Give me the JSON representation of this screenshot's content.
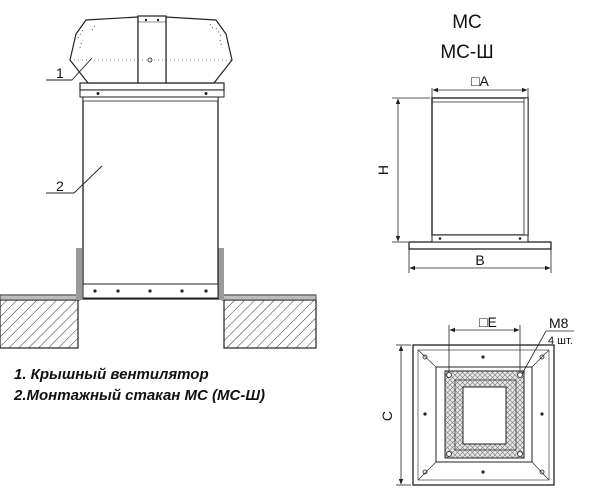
{
  "drawing": {
    "title_line1": "МС",
    "title_line2": "МС-Ш",
    "callout_1": "1",
    "callout_2": "2",
    "dim_A": "□A",
    "dim_H": "H",
    "dim_B": "B",
    "dim_E": "□E",
    "dim_C": "C",
    "thread_label": "M8",
    "thread_qty": "4 шт."
  },
  "legend": {
    "item_1": "1. Крышный вентилятор",
    "item_2": "2.Монтажный стакан МС (МС-Ш)"
  }
}
